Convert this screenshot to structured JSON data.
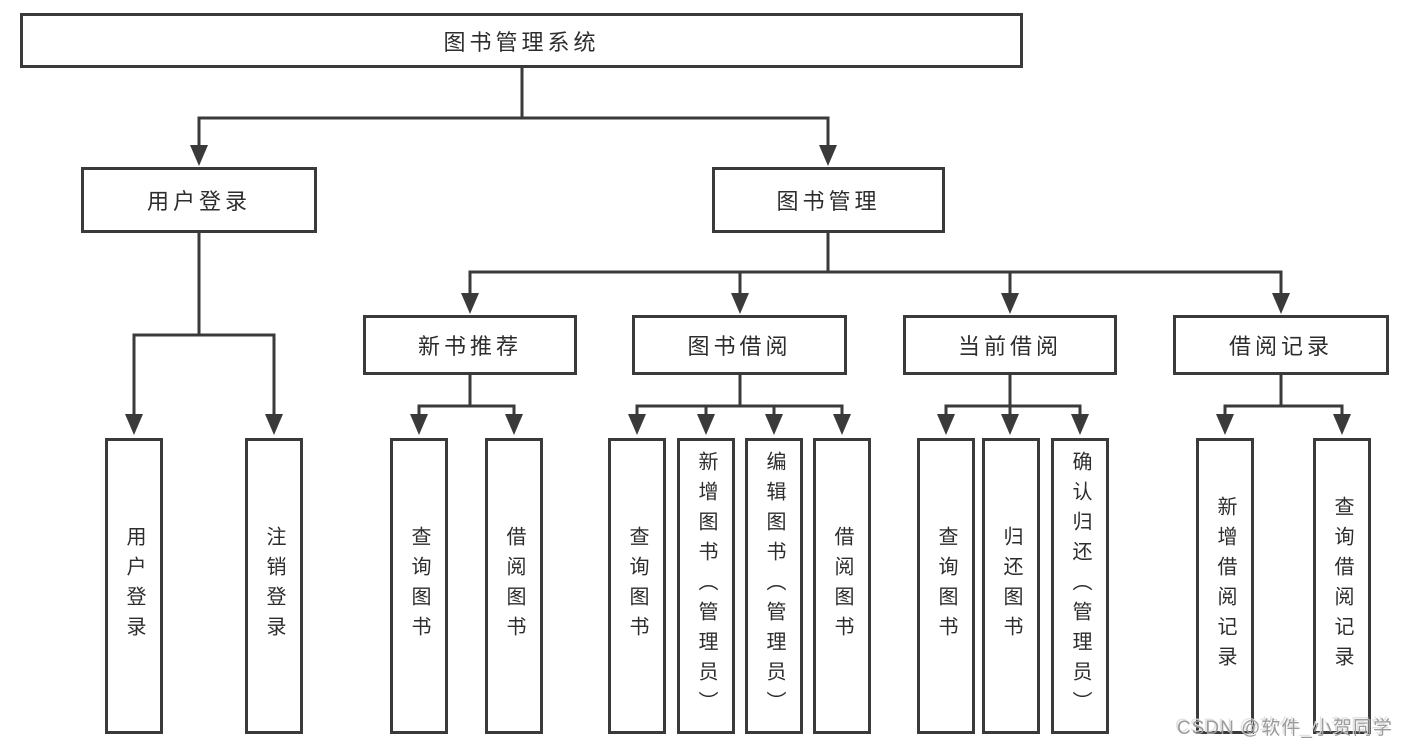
{
  "diagram": {
    "type": "functional-structure-tree",
    "tree": {
      "root": "图书管理系统",
      "userLogin": {
        "label": "用户登录",
        "leaves": [
          "用户登录",
          "注销登录"
        ]
      },
      "bookMgmt": {
        "label": "图书管理",
        "sections": {
          "newBooks": {
            "label": "新书推荐",
            "leaves": [
              "查询图书",
              "借阅图书"
            ]
          },
          "bookBorrow": {
            "label": "图书借阅",
            "leaves": [
              "查询图书",
              "新增图书（管理员）",
              "编辑图书（管理员）",
              "借阅图书"
            ]
          },
          "currentBorrow": {
            "label": "当前借阅",
            "leaves": [
              "查询图书",
              "归还图书",
              "确认归还（管理员）"
            ]
          },
          "borrowRecords": {
            "label": "借阅记录",
            "leaves": [
              "新增借阅记录",
              "查询借阅记录"
            ]
          }
        }
      }
    },
    "colors": {
      "line": "#3a3a3a",
      "text": "#2d2d2d",
      "background": "#ffffff",
      "watermark": "#9c9c9c"
    },
    "watermark": "CSDN @软件_小贺同学"
  }
}
